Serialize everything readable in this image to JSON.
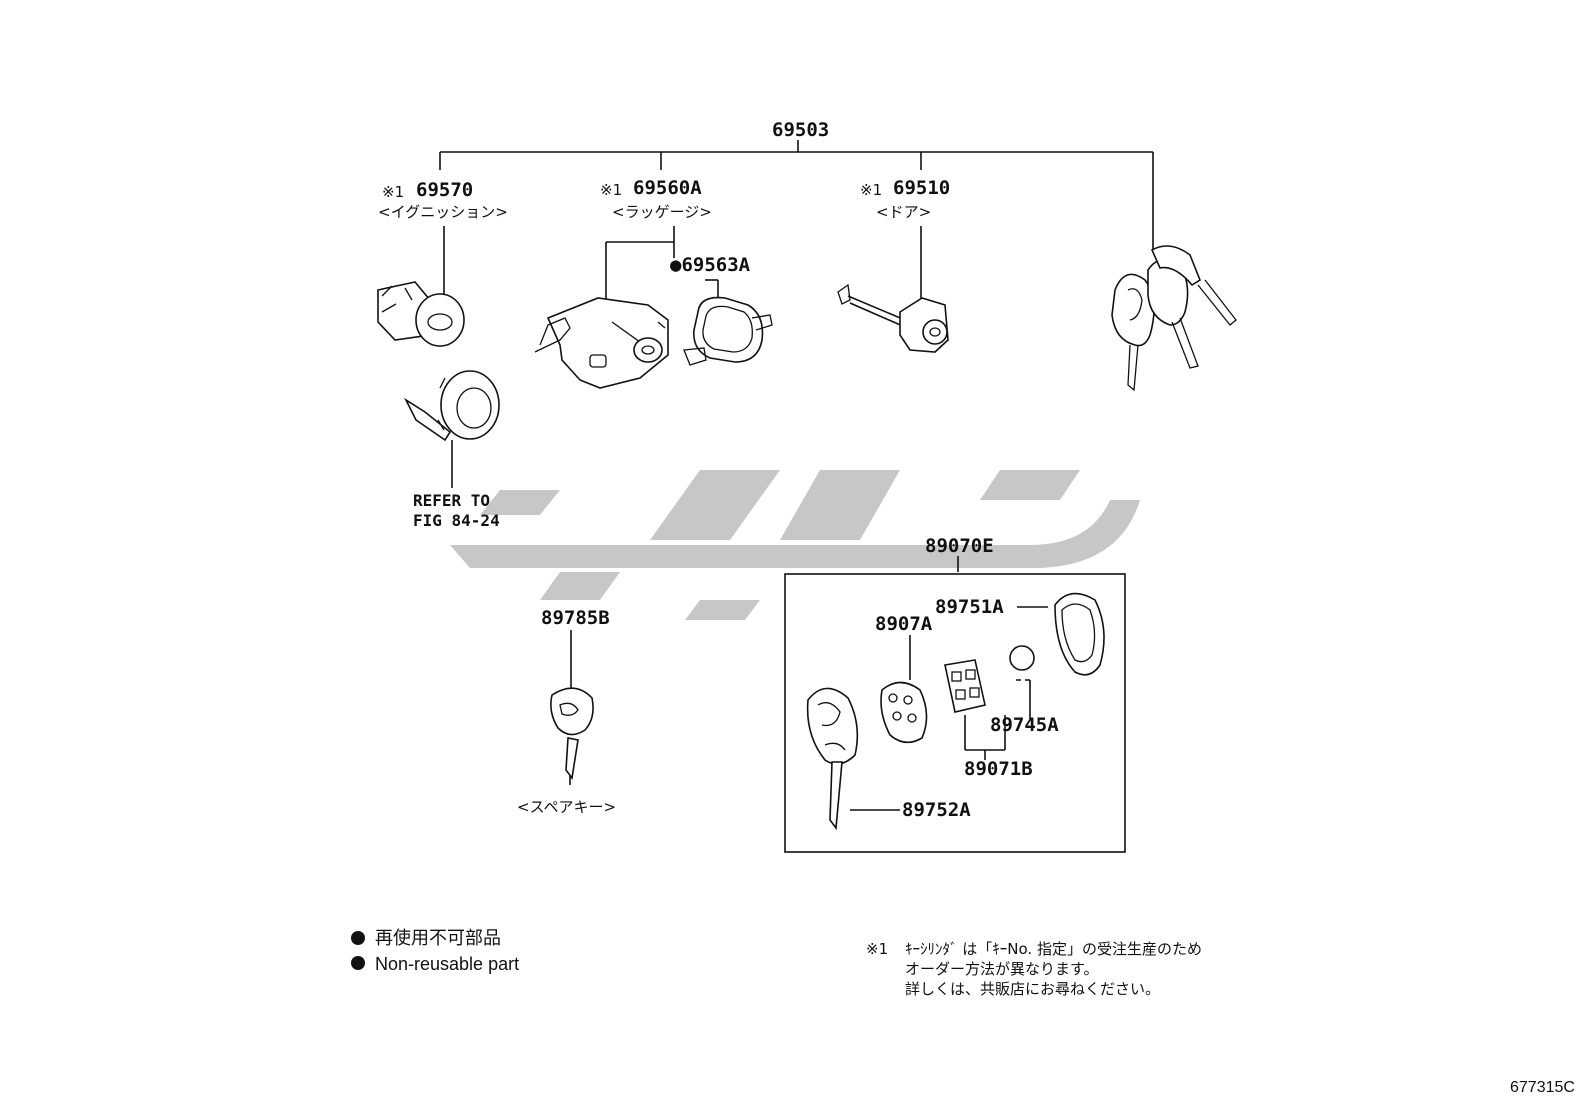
{
  "labels": {
    "assembly": "69503",
    "ignition": {
      "mark": "※1",
      "number": "69570",
      "name": "<イグニッション>"
    },
    "luggage": {
      "mark": "※1",
      "number": "69560A",
      "name": "<ラッゲージ>"
    },
    "luggage_sub": "●69563A",
    "door": {
      "mark": "※1",
      "number": "69510",
      "name": "<ドア>"
    },
    "refer_line1": "REFER TO",
    "refer_line2": "FIG 84-24",
    "spare_key": {
      "number": "89785B",
      "name": "<スペアキー>"
    },
    "transmitter_set": "89070E",
    "case_cover": "89751A",
    "transmitter": "8907A",
    "battery": "89745A",
    "board_set": "89071B",
    "key_blade": "89752A"
  },
  "legend": {
    "jp": "再使用不可部品",
    "en": "Non-reusable part"
  },
  "note": {
    "mark": "※1",
    "line1": "ｷｰｼﾘﾝﾀﾞ は「ｷｰNo. 指定」の受注生産のため",
    "line2": "オーダー方法が異なります。",
    "line3": "詳しくは、共販店にお尋ねください。"
  },
  "figure_code": "677315C",
  "icons": [
    "bullet-dot-icon"
  ],
  "colors": {
    "line": "#111111",
    "watermark": "#bdbdbd"
  }
}
